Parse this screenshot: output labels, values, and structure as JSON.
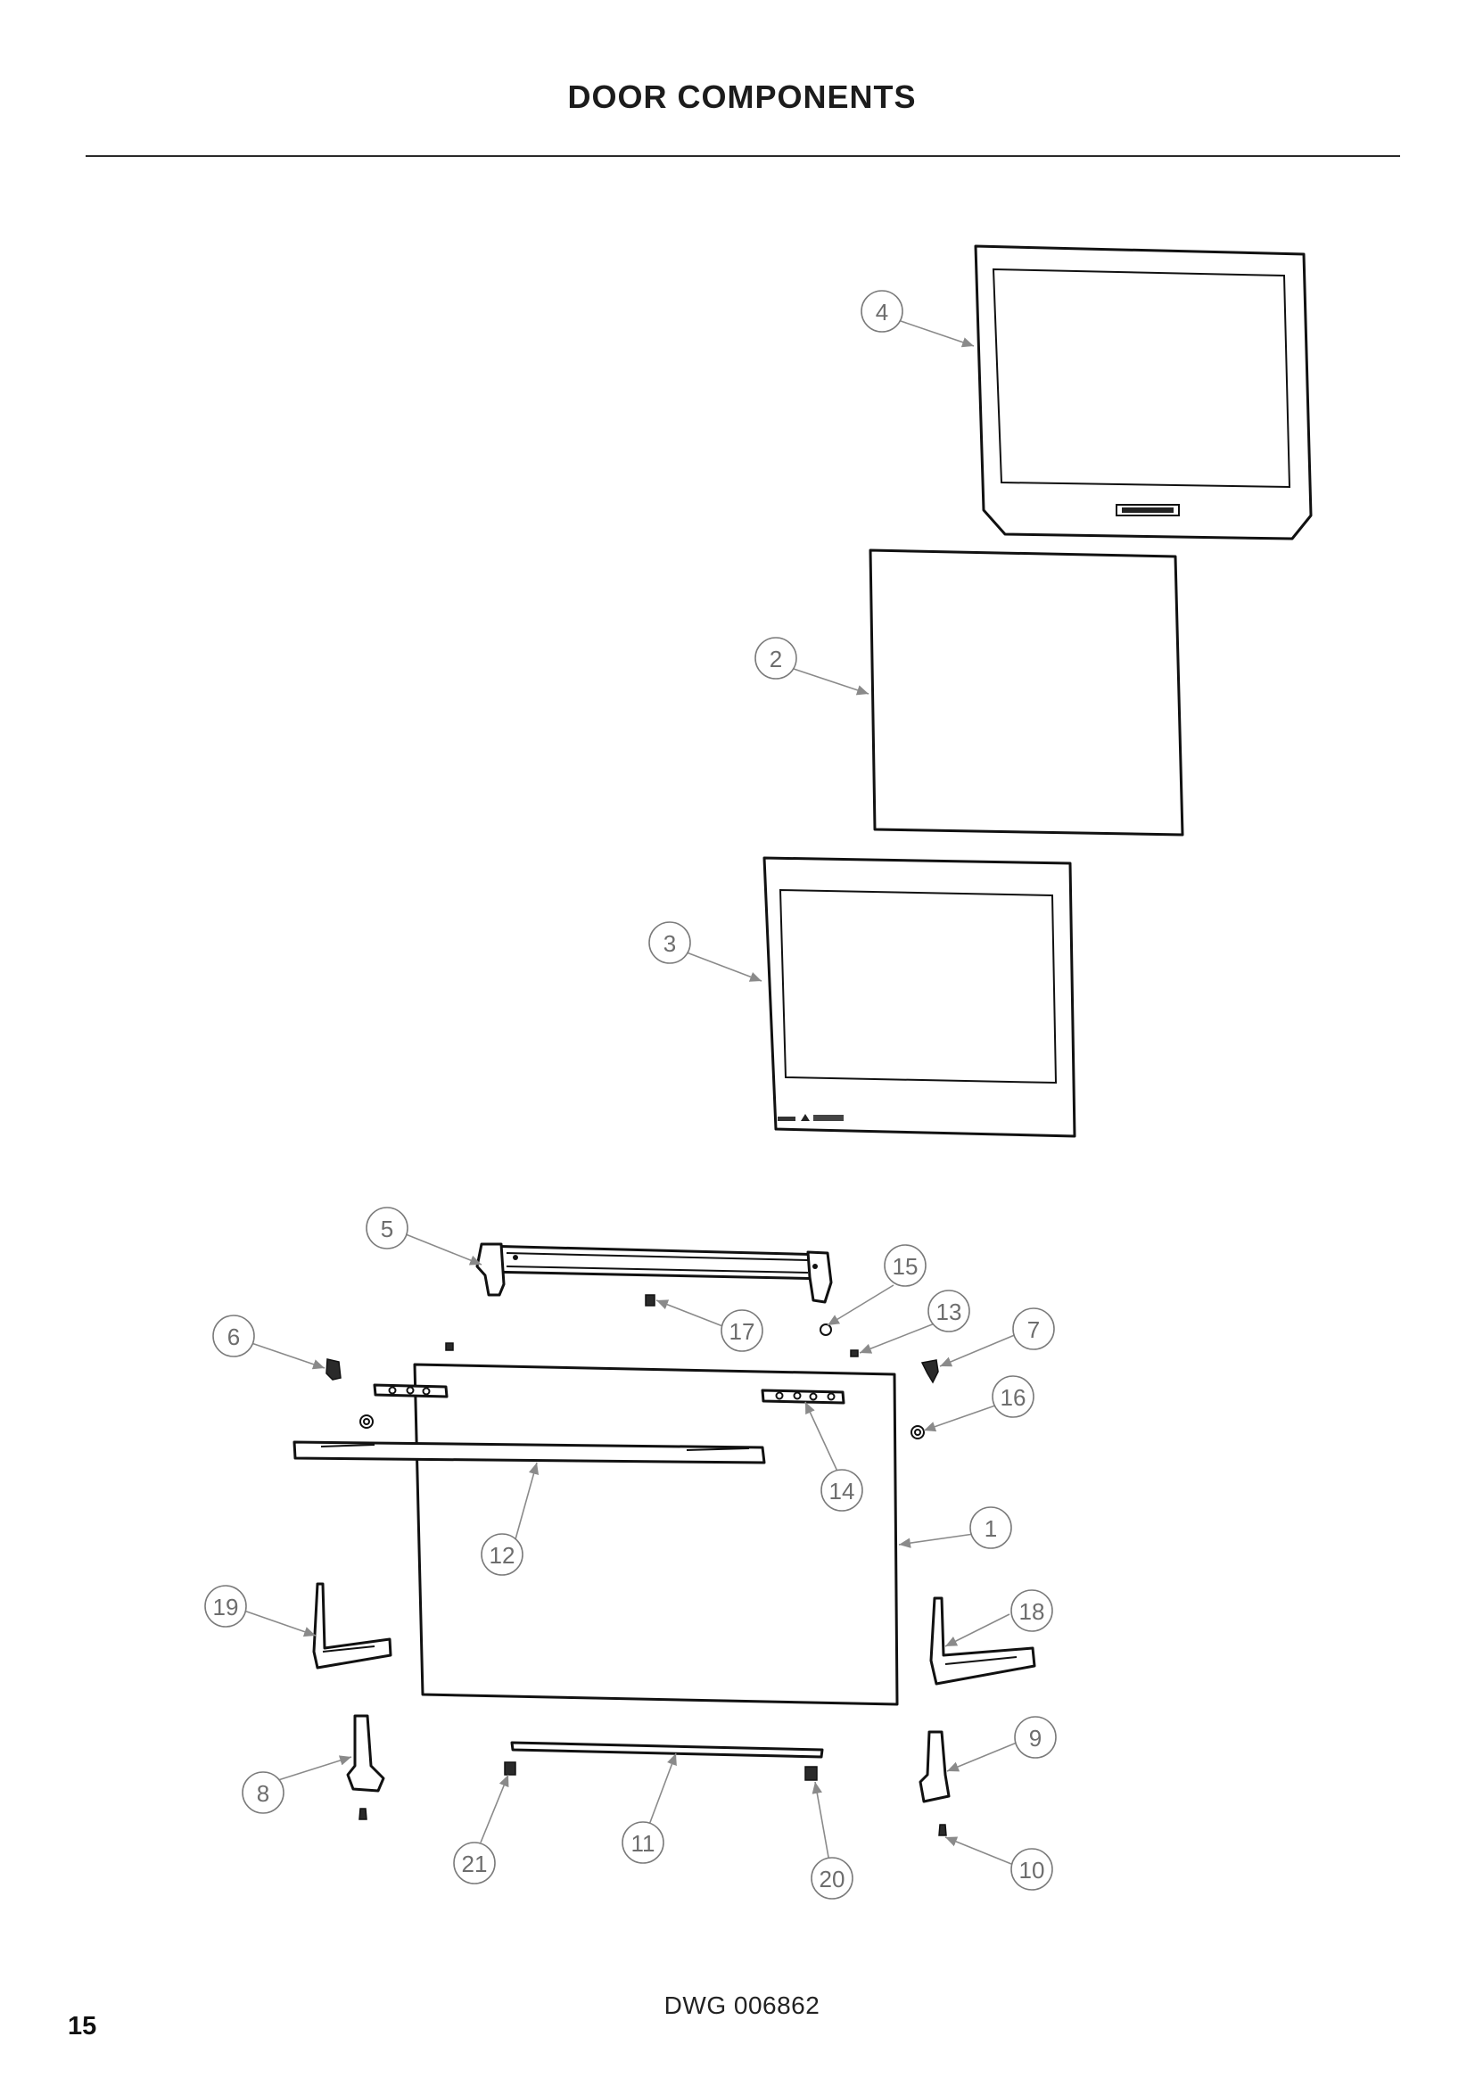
{
  "header": {
    "title": "DOOR COMPONENTS"
  },
  "footer": {
    "drawing_number": "DWG 006862",
    "page_number": "15"
  },
  "callouts": [
    "4",
    "2",
    "3",
    "5",
    "15",
    "17",
    "13",
    "7",
    "6",
    "16",
    "14",
    "1",
    "12",
    "19",
    "18",
    "9",
    "8",
    "21",
    "11",
    "20",
    "10"
  ]
}
